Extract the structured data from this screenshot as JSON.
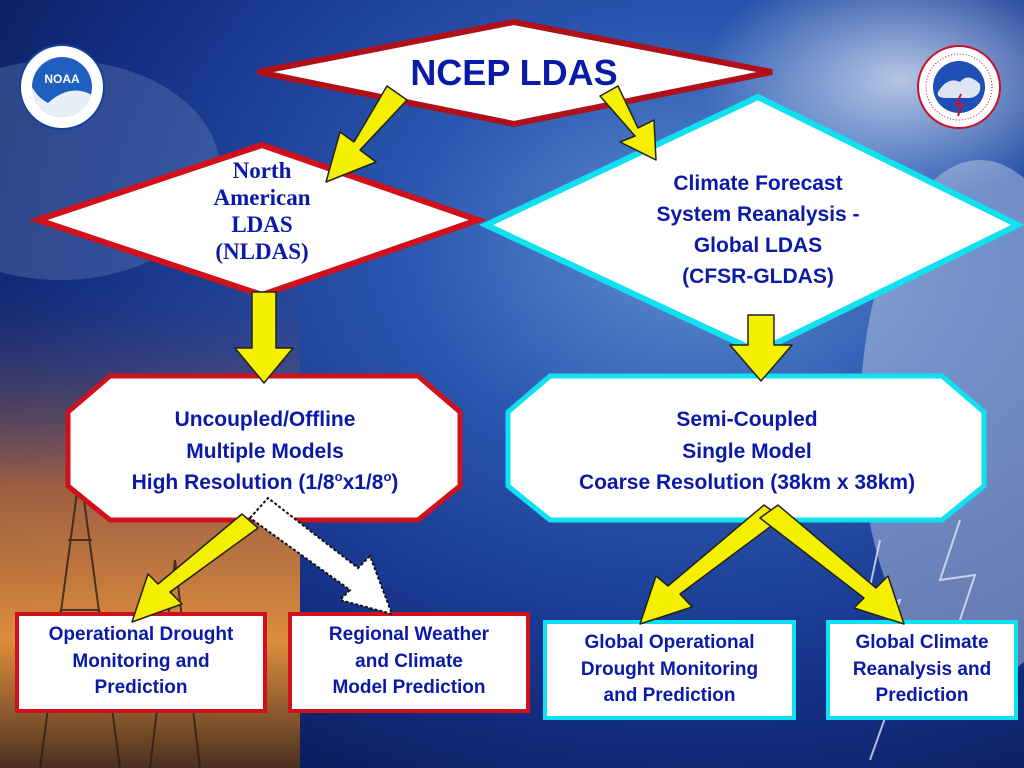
{
  "title": "NCEP LDAS",
  "branches": {
    "left": {
      "header": [
        "North",
        "American",
        "LDAS",
        "(NLDAS)"
      ],
      "desc": [
        "Uncoupled/Offline",
        "Multiple Models"
      ],
      "res_prefix": "High Resolution (1/8",
      "res_sup1": "o",
      "res_mid": "x1/8",
      "res_sup2": "o",
      "res_suffix": ")",
      "outputs": [
        [
          "Operational Drought",
          "Monitoring and",
          "Prediction"
        ],
        [
          "Regional Weather",
          "and Climate",
          "Model Prediction"
        ]
      ]
    },
    "right": {
      "header": [
        "Climate Forecast",
        "System Reanalysis -",
        "Global LDAS",
        "(CFSR-GLDAS)"
      ],
      "desc": [
        "Semi-Coupled",
        "Single Model",
        "Coarse Resolution (38km x 38km)"
      ],
      "outputs": [
        [
          "Global Operational",
          "Drought Monitoring",
          "and Prediction"
        ],
        [
          "Global Climate",
          "Reanalysis and",
          "Prediction"
        ]
      ]
    }
  },
  "logos": {
    "left": "noaa-logo",
    "right": "national-weather-service-logo"
  },
  "colors": {
    "red_border": "#d0101a",
    "cyan_border": "#10e0f0",
    "arrow_yellow": "#f4f000",
    "text_blue": "#0a1aa8"
  }
}
